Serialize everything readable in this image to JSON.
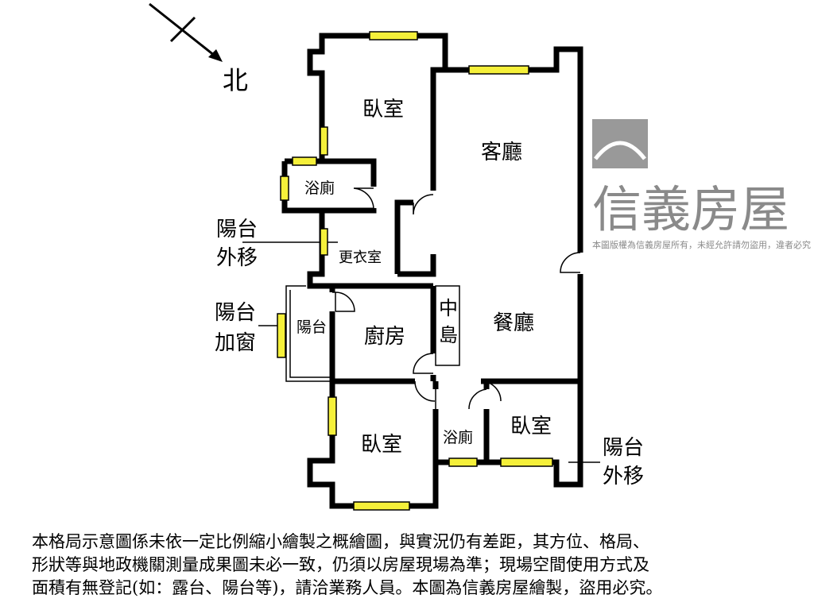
{
  "compass": {
    "north_label": "北"
  },
  "rooms": {
    "bedroom_top": "臥室",
    "living_room": "客廳",
    "bath_top": "浴廁",
    "dressing_room": "更衣室",
    "balcony_inner": "陽台",
    "kitchen": "廚房",
    "island": [
      "中",
      "島"
    ],
    "dining_room": "餐廳",
    "bedroom_bottom_left": "臥室",
    "bath_bottom": "浴廁",
    "bedroom_bottom_right": "臥室"
  },
  "callouts": {
    "balcony_moved_left": [
      "陽台",
      "外移"
    ],
    "balcony_window": [
      "陽台",
      "加窗"
    ],
    "balcony_moved_right": [
      "陽台",
      "外移"
    ]
  },
  "watermark": {
    "brand": "信義房屋",
    "notice": "本圖版權為信義房屋所有，未經允許請勿盜用，違者必究"
  },
  "colors": {
    "wall": "#000000",
    "window": "#f5f03a",
    "watermark": "#8a8a8a"
  },
  "notes": [
    "本格局示意圖係未依一定比例縮小繪製之概繪圖，與實況仍有差距，其方位、格局、",
    "形狀等與地政機關測量成果圖未必一致，仍須以房屋現場為準；現場空間使用方式及",
    "面積有無登記(如：露台、陽台等)，請洽業務人員。本圖為信義房屋繪製，盜用必究。"
  ]
}
